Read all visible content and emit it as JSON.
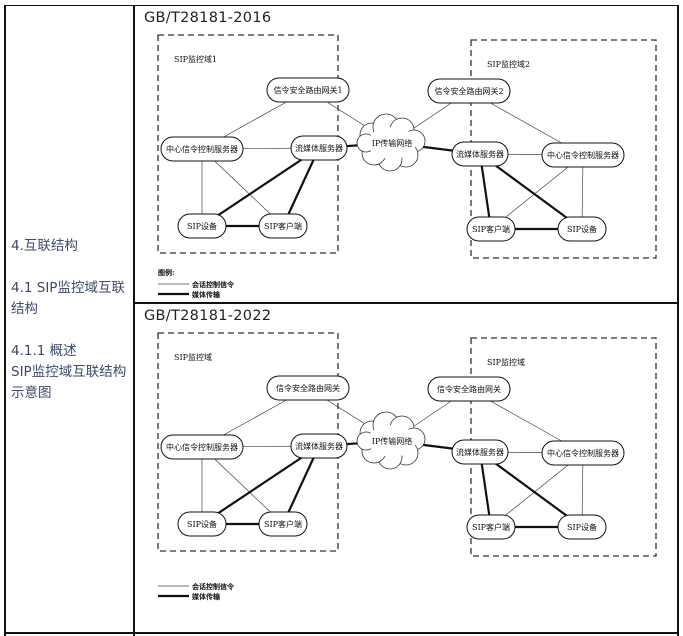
{
  "left_column": {
    "heading": "4.互联结构",
    "subheading": "4.1 SIP监控域互联结构",
    "section": "4.1.1 概述",
    "caption": "SIP监控域互联结构示意图"
  },
  "rows": [
    {
      "title": "GB/T28181-2016",
      "domain_left": "SIP监控域1",
      "domain_right": "SIP监控域2",
      "nodes": {
        "gw1": "信令安全路由网关1",
        "center1": "中心信令控制服务器",
        "stream1": "流媒体服务器",
        "dev1": "SIP设备",
        "client1": "SIP客户端",
        "cloud": "IP传输网络",
        "gw2": "信令安全路由网关2",
        "stream2": "流媒体服务器",
        "center2": "中心信令控制服务器",
        "client2": "SIP客户端",
        "dev2": "SIP设备"
      },
      "legend": {
        "title": "图例:",
        "signal": "会话控制信令",
        "media": "媒体传输"
      }
    },
    {
      "title": "GB/T28181-2022",
      "domain_left": "SIP监控域",
      "domain_right": "SIP监控域",
      "nodes": {
        "gw1": "信令安全路由网关",
        "center1": "中心信令控制服务器",
        "stream1": "流媒体服务器",
        "dev1": "SIP设备",
        "client1": "SIP客户端",
        "cloud": "IP传输网络",
        "gw2": "信令安全路由网关",
        "stream2": "流媒体服务器",
        "center2": "中心信令控制服务器",
        "client2": "SIP客户端",
        "dev2": "SIP设备"
      },
      "legend": {
        "signal": "会话控制信令",
        "media": "媒体传输"
      }
    }
  ]
}
